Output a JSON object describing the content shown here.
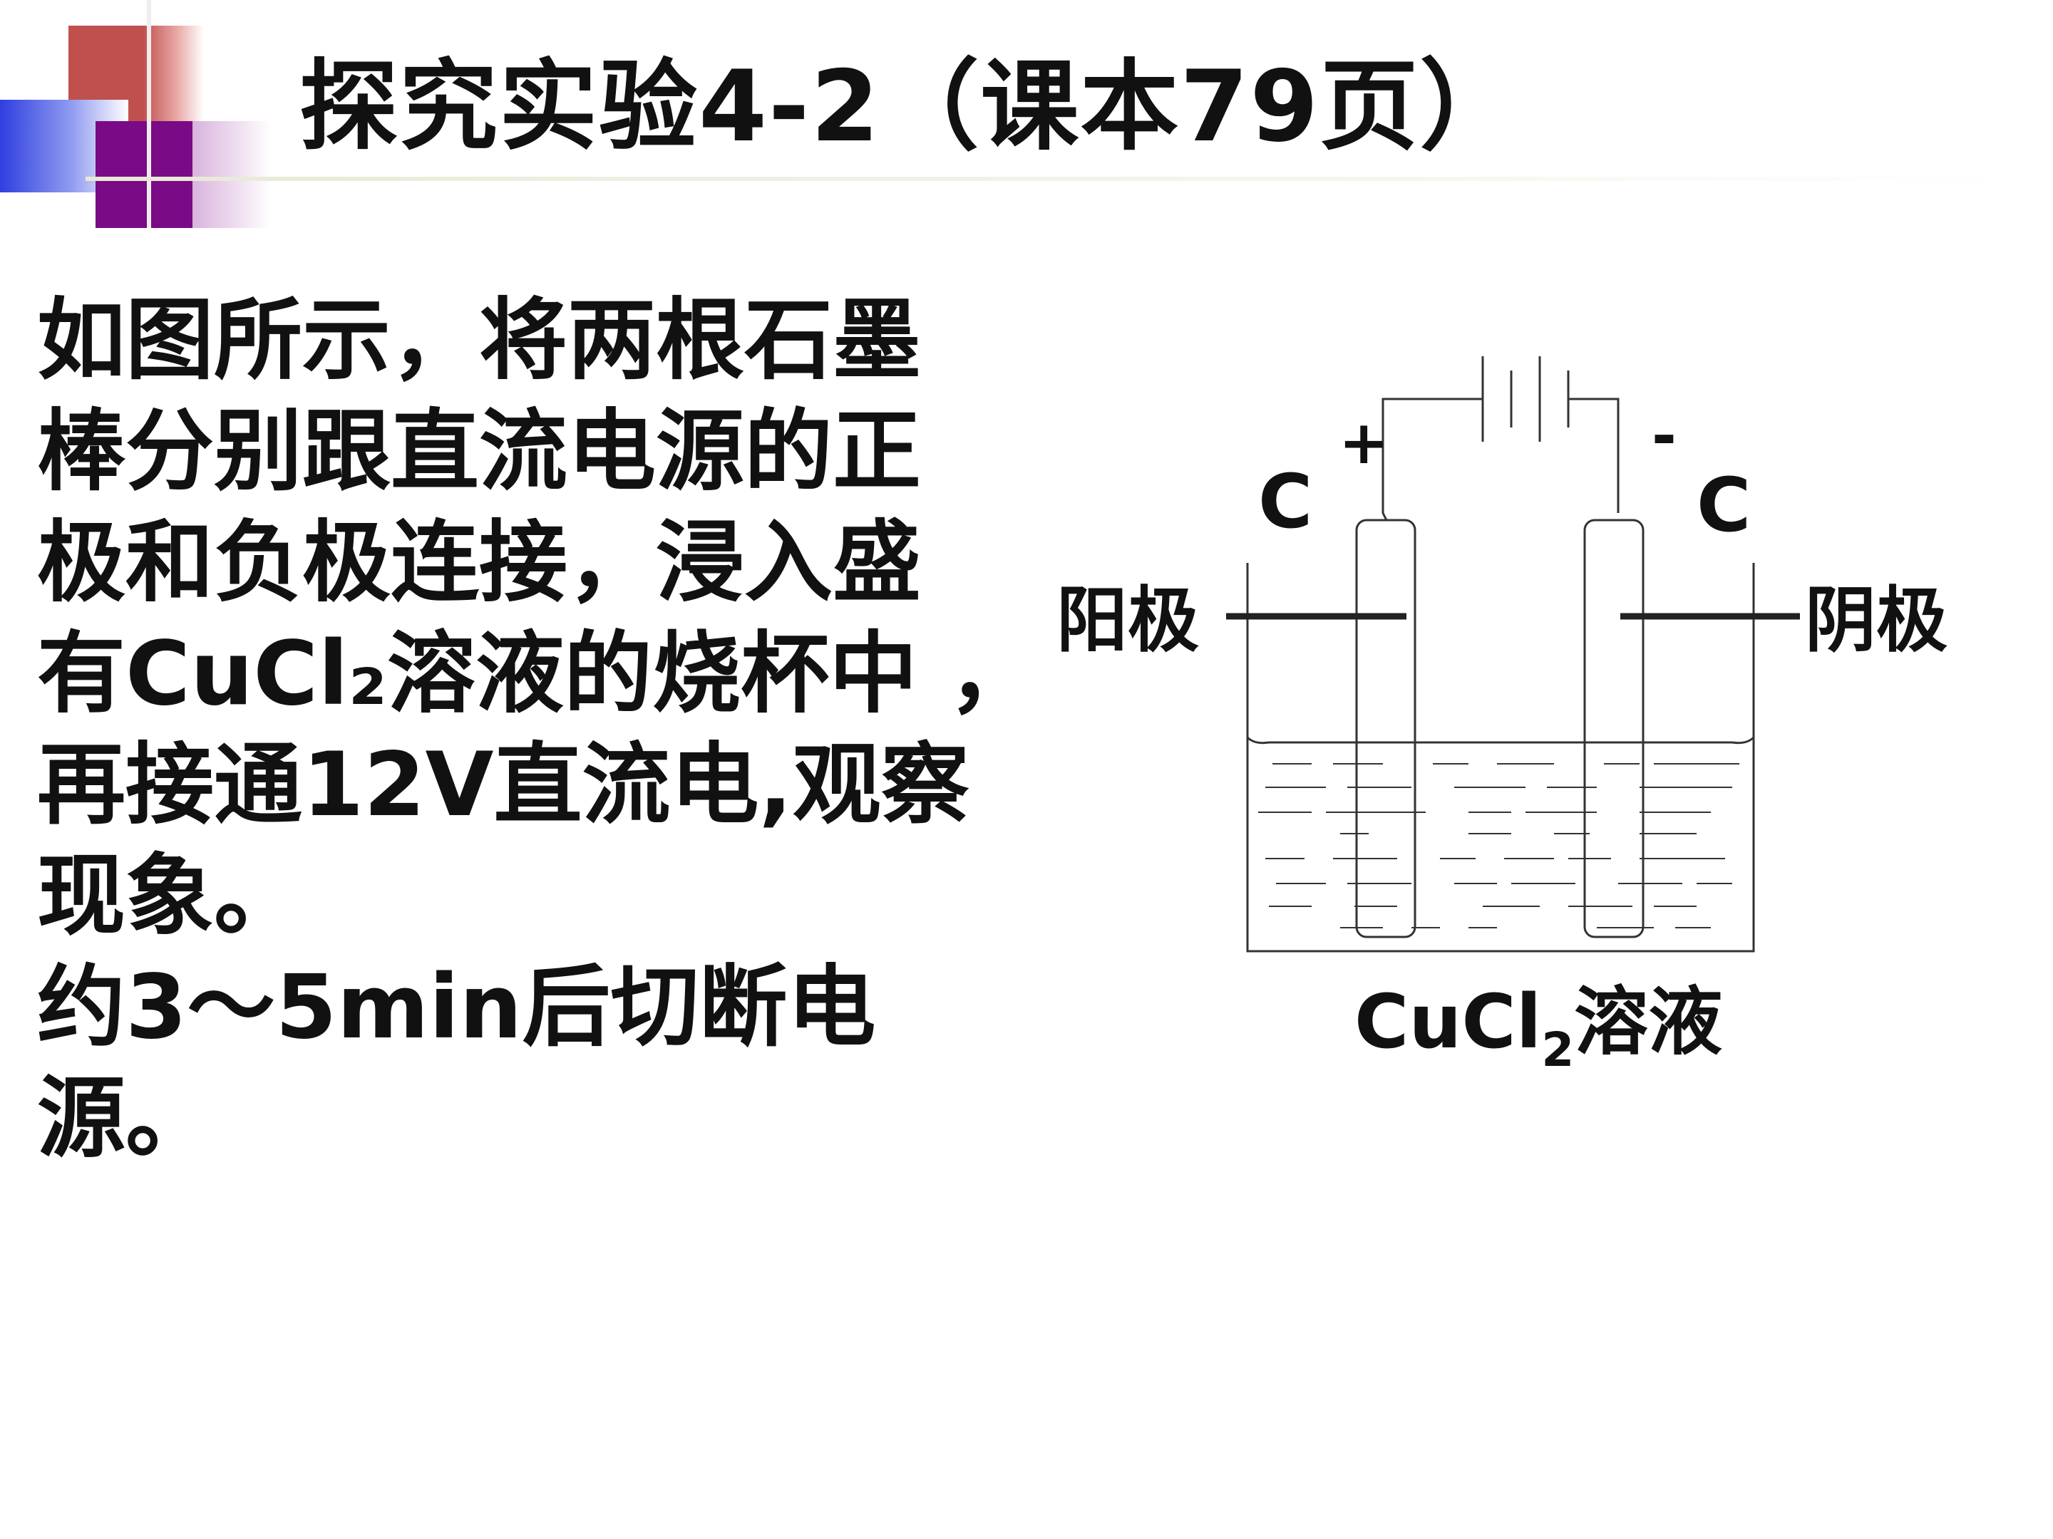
{
  "slide": {
    "title": "探究实验4-2（课本79页）",
    "body_lines": [
      "如图所示，将两根石墨",
      "棒分别跟直流电源的正",
      "极和负极连接，浸入盛",
      "有CuCl₂溶液的烧杯中  ，",
      "再接通12V直流电,观察",
      "现象。",
      "约3～5min后切断电源。"
    ]
  },
  "diagram": {
    "anode_label": "阳极",
    "cathode_label": "阴极",
    "left_electrode_symbol": "C",
    "right_electrode_symbol": "C",
    "positive_sign": "+",
    "negative_sign": "-",
    "solution_label_prefix": "CuCl",
    "solution_label_subscript": "2",
    "solution_label_suffix": "溶液"
  },
  "colors": {
    "deco_red": "#c0504d",
    "deco_purple": "#7b0a86",
    "deco_blue": "#2f3fe0",
    "text": "#111111"
  }
}
